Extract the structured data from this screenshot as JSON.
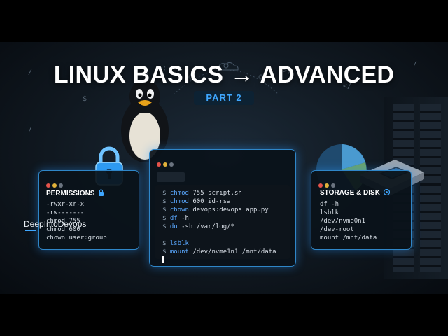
{
  "title": "LINUX BASICS → ADVANCED",
  "subtitle": "PART 2",
  "brand": "DeepIntoDevops",
  "background_glyphs": [
    "/",
    ">;",
    "$",
    ">;",
    "/",
    "$",
    "/",
    ">_",
    "</"
  ],
  "colors": {
    "accent": "#3fa7ff",
    "panel_border": "#2f86c8",
    "command": "#5aa8ff",
    "dot_red": "#e5534b",
    "dot_yellow": "#e0b13a",
    "dot_gray": "#6b7480"
  },
  "permissions_panel": {
    "title": "PERMISSIONS",
    "title_icon": "lock-icon",
    "items": [
      "-rwxr-xr-x",
      "-rw-------",
      "chmod 755",
      "chmod 600",
      "chown user:group"
    ]
  },
  "terminal": {
    "window_icons": [
      "close-dot",
      "minimize-dot",
      "maximize-dot"
    ],
    "lines": [
      {
        "prompt": "$",
        "cmd": "chmod",
        "args": "755 script.sh"
      },
      {
        "prompt": "$",
        "cmd": "chmod",
        "args": "600 id-rsa"
      },
      {
        "prompt": "$",
        "cmd": "chown",
        "args": "devops:devops app.py"
      },
      {
        "prompt": "$",
        "cmd": "df",
        "args": "-h"
      },
      {
        "prompt": "$",
        "cmd": "du",
        "args": "-sh /var/log/*"
      },
      {
        "prompt": "$",
        "cmd": "lsblk",
        "args": ""
      },
      {
        "prompt": "$",
        "cmd": "mount",
        "args": "/dev/nvme1n1 /mnt/data"
      }
    ]
  },
  "storage_panel": {
    "title": "STORAGE & DISK",
    "title_icon": "disk-gauge-icon",
    "items": [
      "df -h",
      "lsblk",
      "/dev/nvme0n1",
      "/dev-root",
      "mount /mnt/data"
    ]
  },
  "illustrations": [
    "tux-penguin-icon",
    "padlock-icon",
    "ssd-drive-icon",
    "pie-chart-icon",
    "cloud-network-icon",
    "server-rack-icon"
  ]
}
